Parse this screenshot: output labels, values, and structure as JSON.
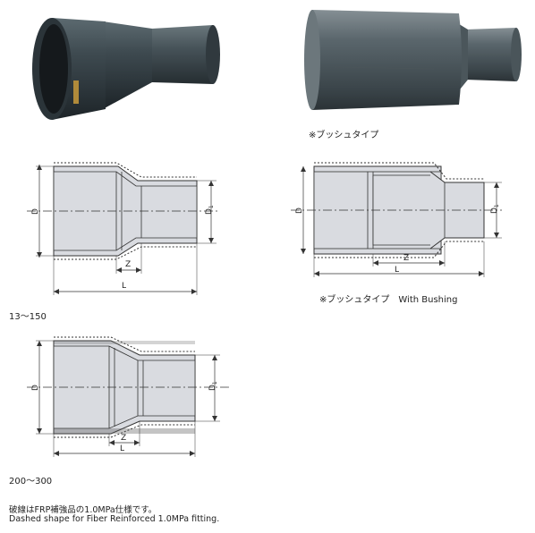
{
  "photos": {
    "bushing_caption": "※ブッシュタイプ"
  },
  "drawings": {
    "d_label": "D",
    "d1_label": "D",
    "d1_sub": "1",
    "z_label": "Z",
    "l_label": "L"
  },
  "captions": {
    "range_small": "13〜150",
    "bushing_caption_full": "※ブッシュタイプ　With Bushing",
    "range_large": "200〜300"
  },
  "notes": {
    "line_jp": "破線はFRP補強品の1.0MPa仕様です。",
    "line_en": "Dashed shape for Fiber Reinforced 1.0MPa fitting."
  },
  "colors": {
    "pipe_fill": "#d9dbe0",
    "pipe_dark": "#3b4349",
    "outline": "#333333"
  }
}
